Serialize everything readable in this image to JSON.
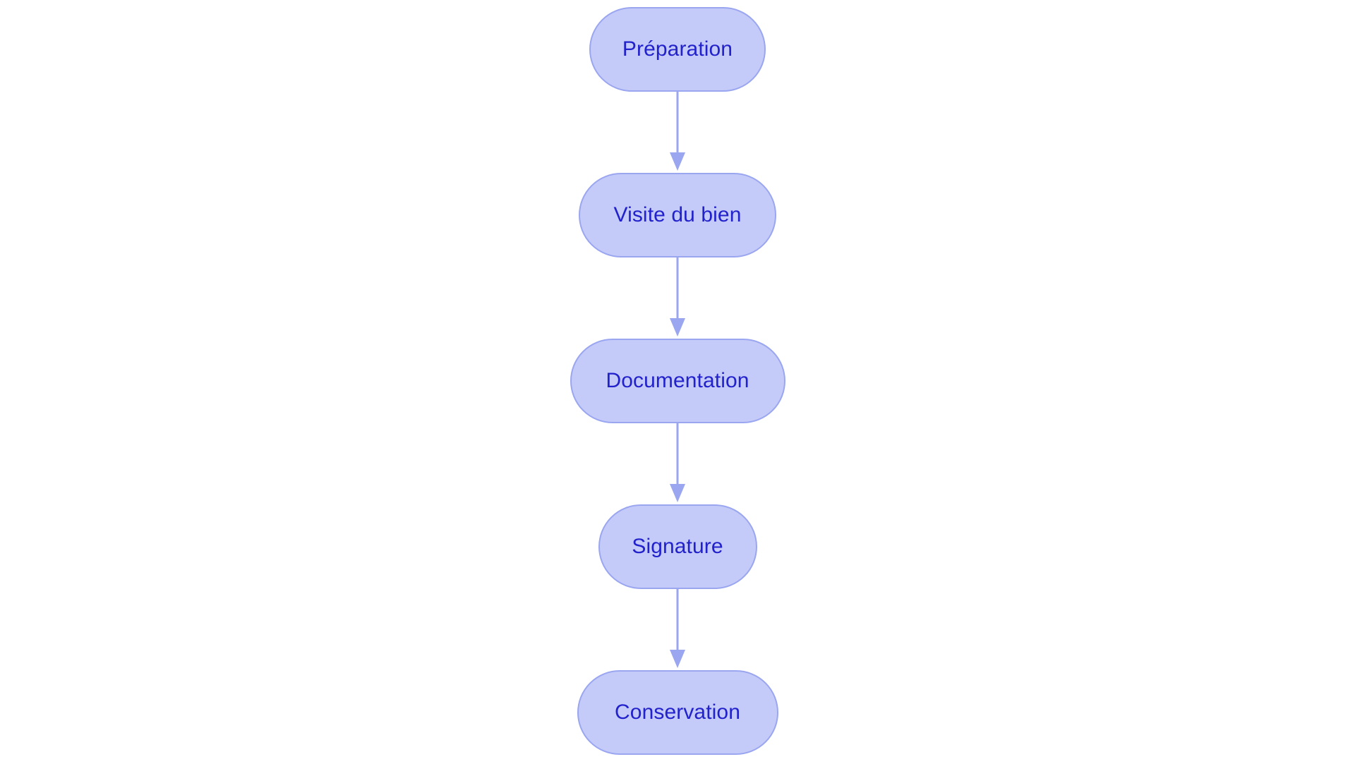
{
  "diagram": {
    "type": "flowchart",
    "orientation": "vertical-top-to-bottom",
    "background_color": "#ffffff",
    "node_fill_color": "#c5cbf8",
    "node_border_color": "#9aa6f0",
    "node_text_color": "#2222cc",
    "edge_color": "#9aa6f0",
    "nodes": [
      {
        "id": "preparation",
        "label": "Préparation"
      },
      {
        "id": "visite",
        "label": "Visite du bien"
      },
      {
        "id": "documentation",
        "label": "Documentation"
      },
      {
        "id": "signature",
        "label": "Signature"
      },
      {
        "id": "conservation",
        "label": "Conservation"
      }
    ],
    "edges": [
      {
        "from": "preparation",
        "to": "visite",
        "label": "",
        "style": "solid-arrow"
      },
      {
        "from": "visite",
        "to": "documentation",
        "label": "",
        "style": "solid-arrow"
      },
      {
        "from": "documentation",
        "to": "signature",
        "label": "",
        "style": "solid-arrow"
      },
      {
        "from": "signature",
        "to": "conservation",
        "label": "",
        "style": "solid-arrow"
      }
    ]
  }
}
